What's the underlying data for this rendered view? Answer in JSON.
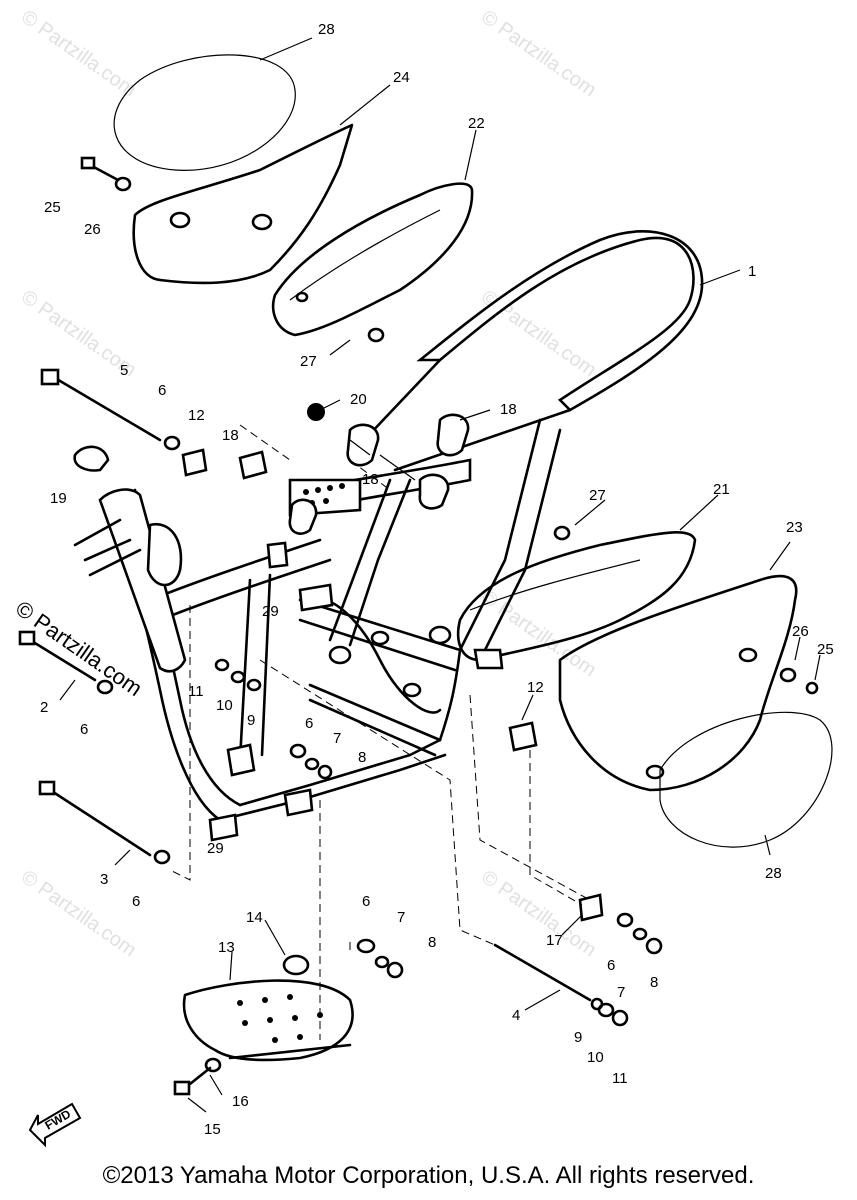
{
  "footer": {
    "copyright": "©2013 Yamaha Motor Corporation, U.S.A. All rights reserved."
  },
  "watermarks": {
    "small": "© Partzilla.com",
    "large": "© Partzilla.com"
  },
  "fwd_label": "FWD",
  "callouts": {
    "c28a": "28",
    "c24": "24",
    "c22": "22",
    "c25a": "25",
    "c26a": "26",
    "c1": "1",
    "c27a": "27",
    "c5": "5",
    "c6a": "6",
    "c20": "20",
    "c12a": "12",
    "c18a": "18",
    "c18b": "18",
    "c18c": "18",
    "c19": "19",
    "c27b": "27",
    "c21": "21",
    "c23": "23",
    "c29a": "29",
    "c26b": "26",
    "c25b": "25",
    "c11a": "11",
    "c10a": "10",
    "c9a": "9",
    "c2": "2",
    "c6b": "6",
    "c6c": "6",
    "c7a": "7",
    "c8a": "8",
    "c12b": "12",
    "c29b": "29",
    "c3": "3",
    "c6d": "6",
    "c28b": "28",
    "c6e": "6",
    "c7b": "7",
    "c8b": "8",
    "c14": "14",
    "c13": "13",
    "c17": "17",
    "c6f": "6",
    "c7c": "7",
    "c8c": "8",
    "c4": "4",
    "c9b": "9",
    "c10b": "10",
    "c11b": "11",
    "c16": "16",
    "c15": "15"
  }
}
